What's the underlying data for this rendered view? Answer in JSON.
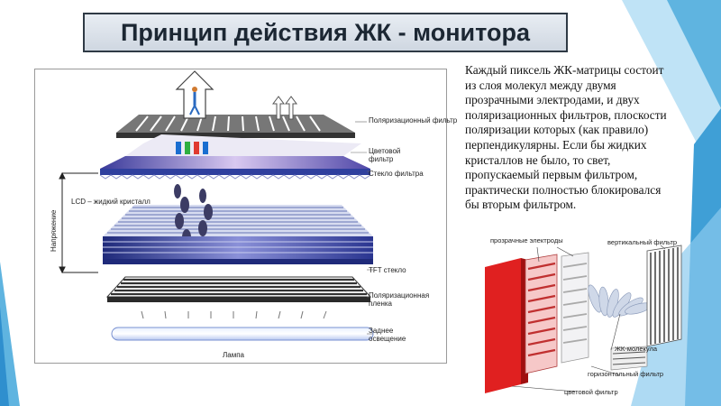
{
  "slide": {
    "title": "Принцип действия ЖК - монитора",
    "description_lines": [
      "Каждый пиксель ЖК-матрицы состоит",
      "из слоя молекул между двумя",
      "прозрачными электродами, и двух",
      "поляризационных фильтров, плоскости",
      "поляризации которых (как правило)",
      "перпендикулярны. Если бы жидких",
      "кристаллов не было, то свет,",
      "пропускаемый первым фильтром,",
      "практически полностью блокировался",
      "бы вторым фильтром."
    ]
  },
  "diagram_layers": {
    "polarizer_top": "Поляризационный фильтр",
    "color_filter": "Цветовой фильтр",
    "filter_glass": "Стекло фильтра",
    "lcd_label": "LCD – жидкий кристалл",
    "voltage_label": "Напряжение",
    "tft_glass": "TFT стекло",
    "polarizer_film": "Поляризационная пленка",
    "backlight": "Заднее освещение",
    "lamp": "Лампа"
  },
  "pixel_diagram": {
    "transparent_electrodes": "прозрачные электроды",
    "vertical_filter": "вертикальный фильтр",
    "lc_molecule": "ЖК-молекула",
    "horizontal_filter": "горизонтальный фильтр",
    "color_filter": "цветовой фильтр"
  },
  "colors": {
    "deco_blue": "#5fb4e0",
    "layer_blue": "#2f3f9e",
    "filter_red": "#e02020"
  },
  "icons": [
    "person-icon",
    "up-arrow-icon"
  ]
}
